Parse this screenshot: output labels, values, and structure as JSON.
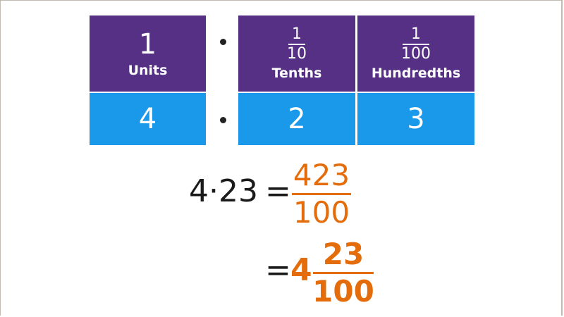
{
  "place_value_table": {
    "headers": [
      {
        "value": "1",
        "label": "Units"
      },
      {
        "numerator": "1",
        "denominator": "10",
        "label": "Tenths"
      },
      {
        "numerator": "1",
        "denominator": "100",
        "label": "Hundredths"
      }
    ],
    "digits": [
      "4",
      "2",
      "3"
    ],
    "colors": {
      "header_bg": "#553085",
      "digit_bg": "#1a98ea",
      "text": "#ffffff"
    }
  },
  "equation": {
    "decimal": "4·23",
    "equals": "=",
    "improper_fraction": {
      "numerator": "423",
      "denominator": "100"
    },
    "mixed_number": {
      "whole": "4",
      "numerator": "23",
      "denominator": "100"
    },
    "accent_color": "#e46c0a"
  }
}
